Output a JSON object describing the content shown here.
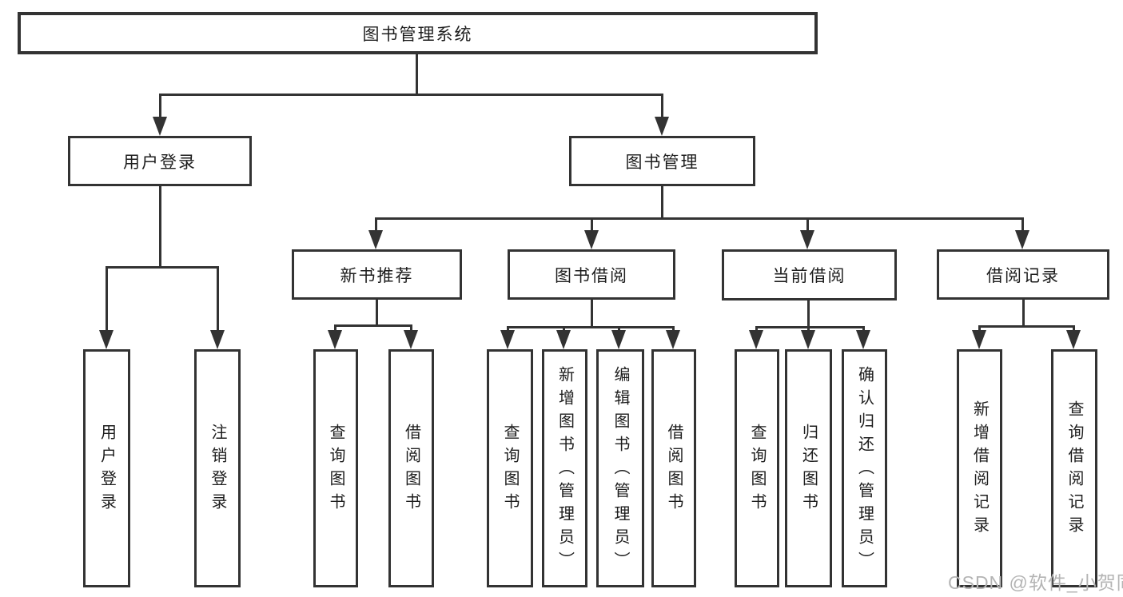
{
  "tree": {
    "label": "图书管理系统",
    "children": [
      {
        "label": "用户登录",
        "children": [
          {
            "label": "用户登录"
          },
          {
            "label": "注销登录"
          }
        ]
      },
      {
        "label": "图书管理",
        "children": [
          {
            "label": "新书推荐",
            "children": [
              {
                "label": "查询图书"
              },
              {
                "label": "借阅图书"
              }
            ]
          },
          {
            "label": "图书借阅",
            "children": [
              {
                "label": "查询图书"
              },
              {
                "label": "新增图书（管理员）"
              },
              {
                "label": "编辑图书（管理员）"
              },
              {
                "label": "借阅图书"
              }
            ]
          },
          {
            "label": "当前借阅",
            "children": [
              {
                "label": "查询图书"
              },
              {
                "label": "归还图书"
              },
              {
                "label": "确认归还（管理员）"
              }
            ]
          },
          {
            "label": "借阅记录",
            "children": [
              {
                "label": "新增借阅记录"
              },
              {
                "label": "查询借阅记录"
              }
            ]
          }
        ]
      }
    ]
  },
  "watermark": "CSDN @软件_小贺同学",
  "colors": {
    "line": "#333333",
    "text": "#1d1d1d",
    "background": "#ffffff",
    "watermark": "#b4b4b4"
  }
}
